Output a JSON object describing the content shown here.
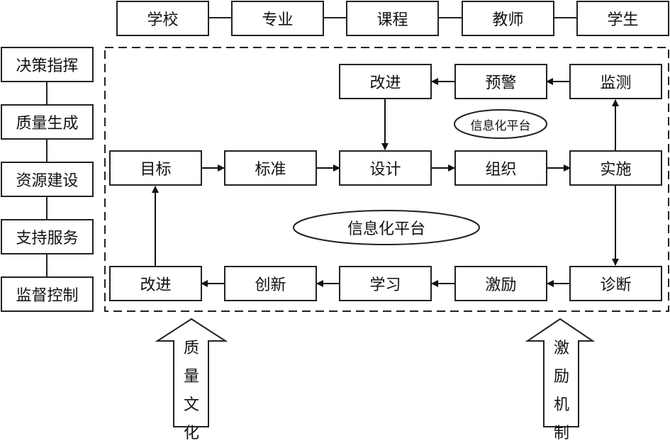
{
  "top_row": [
    "学校",
    "专业",
    "课程",
    "教师",
    "学生"
  ],
  "left_column": [
    "决策指挥",
    "质量生成",
    "资源建设",
    "支持服务",
    "监督控制"
  ],
  "loop": {
    "upper_row": [
      "改进",
      "预警",
      "监测"
    ],
    "middle_row": [
      "目标",
      "标准",
      "设计",
      "组织",
      "实施"
    ],
    "lower_row": [
      "改进",
      "创新",
      "学习",
      "激励",
      "诊断"
    ]
  },
  "platform_labels": {
    "small": "信息化平台",
    "large": "信息化平台"
  },
  "bottom_arrows": [
    {
      "chars": [
        "质",
        "量",
        "文",
        "化"
      ]
    },
    {
      "chars": [
        "激",
        "励",
        "机",
        "制"
      ]
    }
  ]
}
